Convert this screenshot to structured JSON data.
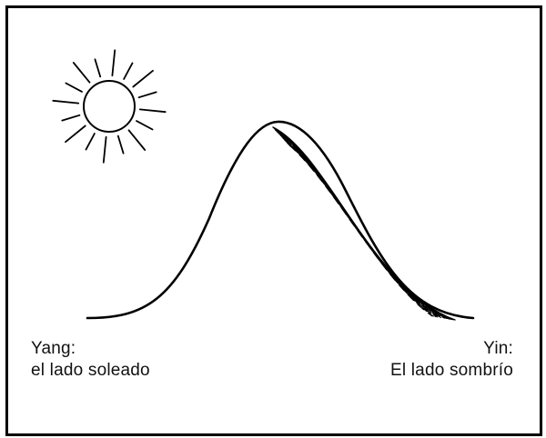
{
  "yang": {
    "title": "Yang:",
    "subtitle": "el lado soleado"
  },
  "yin": {
    "title": "Yin:",
    "subtitle": "El lado sombrío"
  },
  "colors": {
    "ink": "#000000",
    "background": "#ffffff"
  },
  "icons": {
    "sun": "sun-icon"
  }
}
